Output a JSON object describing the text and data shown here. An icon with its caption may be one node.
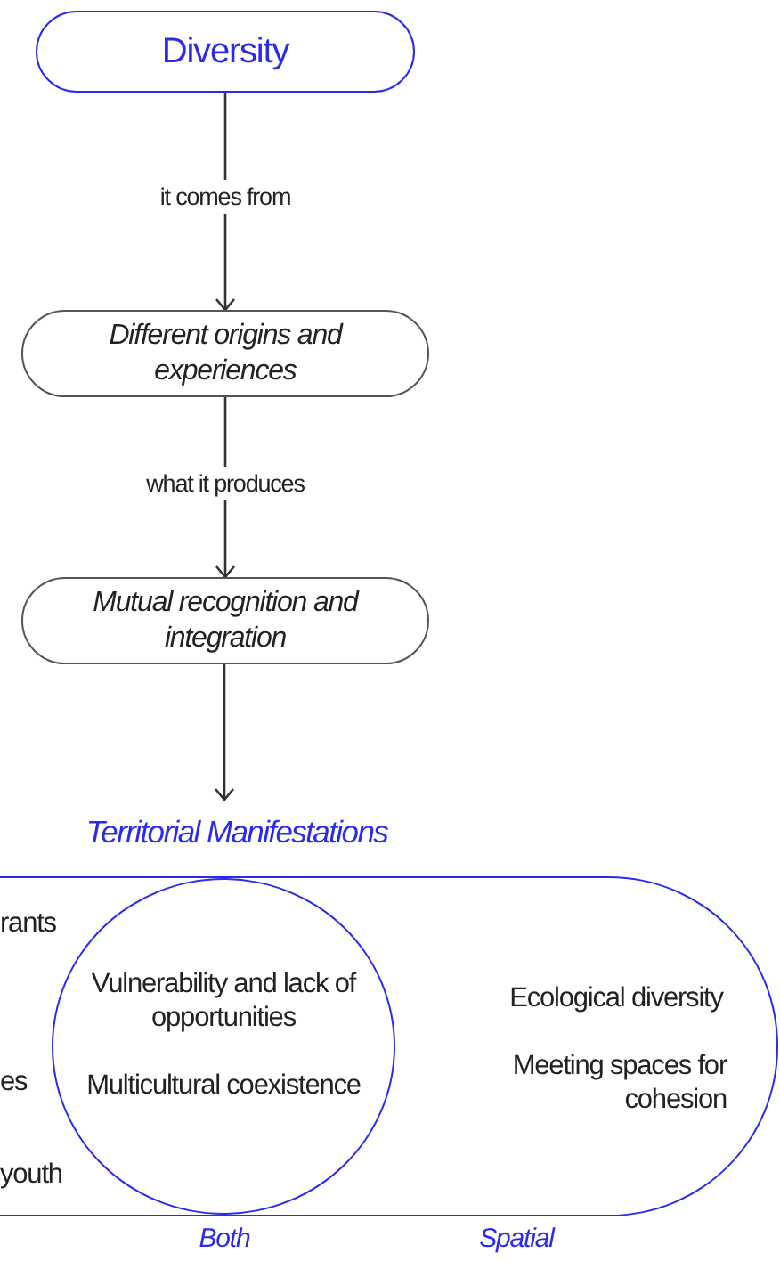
{
  "diagram": {
    "nodes": [
      {
        "text": [
          "Diversity"
        ]
      },
      {
        "text": [
          "Different origins and experiences"
        ]
      },
      {
        "text": [
          "Mutual recognition and integration"
        ]
      },
      {
        "text": [
          "Territorial Manifestations",
          "Ecological diversity",
          "Meeting spaces for cohesion"
        ]
      },
      {
        "text": [
          "Vulnerability and lack of opportunities",
          "Multicultural coexistence"
        ],
        "in": 3
      }
    ],
    "edges": [
      {
        "from": 0,
        "to": 1,
        "arrow": "to",
        "label": "it comes from"
      },
      {
        "from": 1,
        "to": 2,
        "arrow": "to",
        "label": "what it produces"
      },
      {
        "from": 2,
        "to": 3,
        "arrow": "to"
      }
    ],
    "labels": [
      "rants",
      "es",
      "youth",
      "Both",
      "Spatial"
    ]
  }
}
